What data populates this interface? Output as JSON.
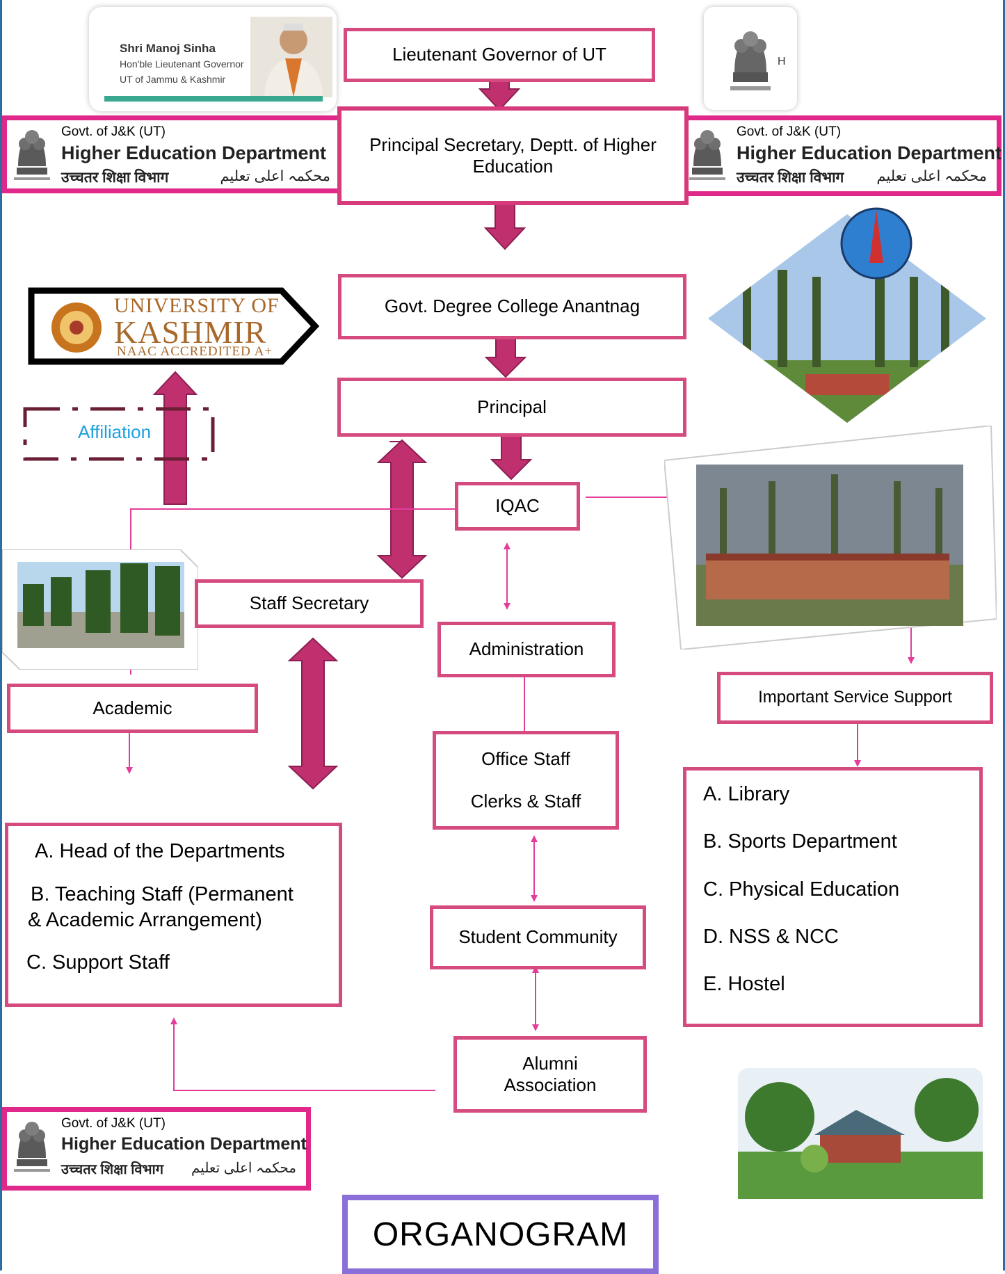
{
  "diagram": {
    "title": "ORGANOGRAM",
    "nodes": {
      "lg": "Lieutenant Governor of UT",
      "principal_secretary": "Principal Secretary, Deptt. of Higher Education",
      "college": "Govt. Degree College Anantnag",
      "principal": "Principal",
      "iqac": "IQAC",
      "staff_secretary": "Staff Secretary",
      "administration": "Administration",
      "academic": "Academic",
      "office_staff": "Office Staff",
      "clerks_staff": "Clerks & Staff",
      "student_community": "Student Community",
      "alumni": "Alumni Association",
      "important_service": "Important Service Support"
    },
    "academic_list": [
      "A. Head of the Departments",
      "B. Teaching Staff (Permanent",
      "& Academic Arrangement)",
      "C. Support Staff"
    ],
    "service_list": [
      "A. Library",
      "B. Sports Department",
      "C. Physical Education",
      "D. NSS & NCC",
      "E. Hostel"
    ],
    "affiliation_label": "Affiliation"
  },
  "lg_card": {
    "name": "Shri Manoj Sinha",
    "title": "Hon'ble Lieutenant Governor",
    "ut": "UT of Jammu & Kashmir"
  },
  "emblem_card": {
    "letter": "H"
  },
  "dept_logo": {
    "line1": "Govt. of J&K (UT)",
    "line2": "Higher Education Department",
    "hindi": "उच्चतर शिक्षा विभाग",
    "urdu": "محکمہ اعلی تعلیم"
  },
  "university": {
    "line1": "UNIVERSITY OF",
    "line2": "KASHMIR",
    "line3": "NAAC ACCREDITED A+"
  },
  "colors": {
    "box_border": "#d64b7f",
    "arrow": "#c0306f",
    "thin_line": "#e33c9a",
    "dept_border": "#e0288a",
    "title_border": "#8a6fd8"
  }
}
